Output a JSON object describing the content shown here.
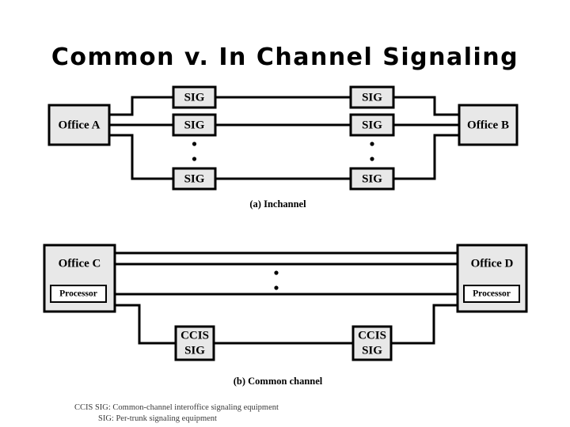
{
  "slide": {
    "title": "Common v. In Channel Signaling",
    "background_color": "#ffffff",
    "box_fill_color": "#e8e8e8",
    "line_color": "#000000"
  },
  "diagram_a": {
    "caption": "(a) Inchannel",
    "left_office": "Office A",
    "right_office": "Office B",
    "left_sig_boxes": [
      "SIG",
      "SIG",
      "SIG"
    ],
    "right_sig_boxes": [
      "SIG",
      "SIG",
      "SIG"
    ],
    "ellipsis_glyph": "•"
  },
  "diagram_b": {
    "caption": "(b) Common channel",
    "left_office": "Office C",
    "right_office": "Office D",
    "left_processor": "Processor",
    "right_processor": "Processor",
    "left_ccis": {
      "line1": "CCIS",
      "line2": "SIG"
    },
    "right_ccis": {
      "line1": "CCIS",
      "line2": "SIG"
    },
    "ellipsis_glyph": "•"
  },
  "legend": {
    "line1": "CCIS SIG: Common-channel interoffice signaling equipment",
    "line2": "SIG: Per-trunk signaling equipment"
  }
}
